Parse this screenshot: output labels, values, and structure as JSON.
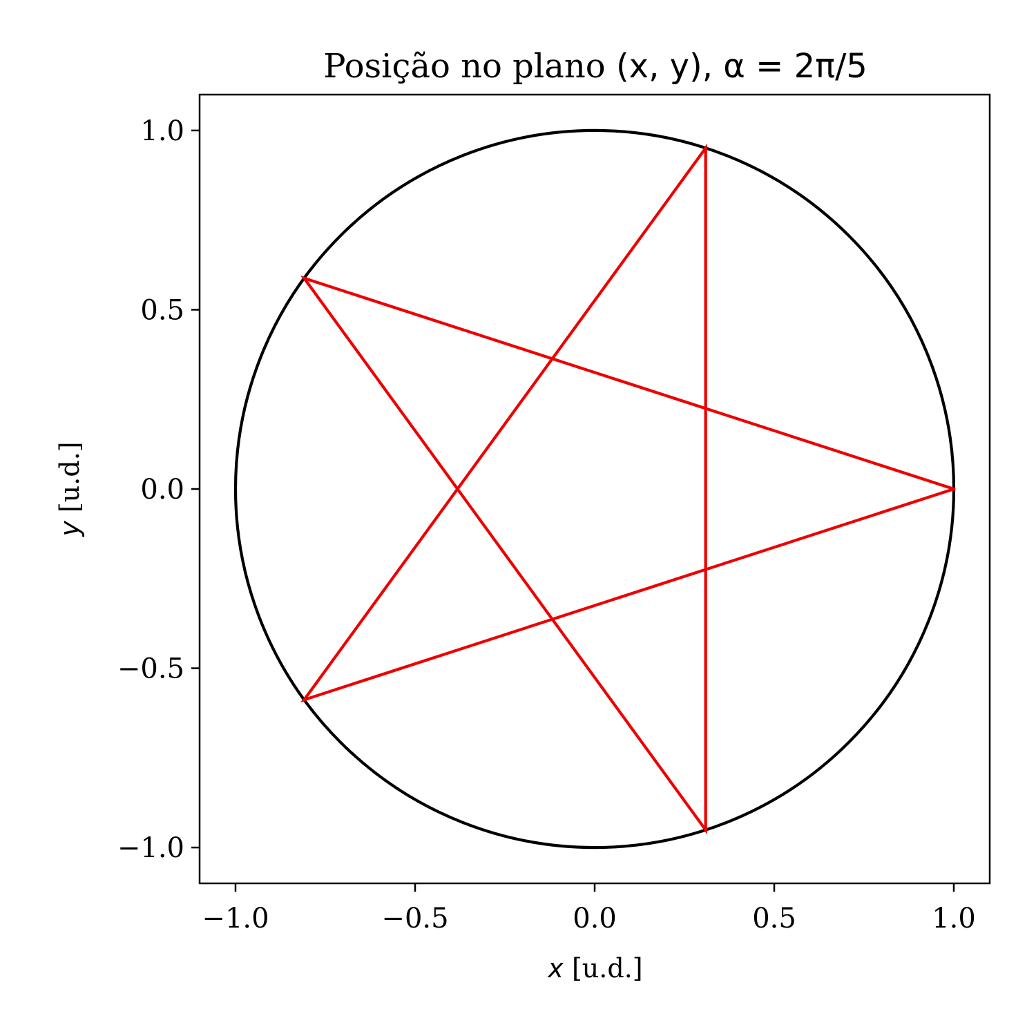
{
  "chart_data": {
    "type": "line",
    "title": {
      "prefix": "Posição no plano ",
      "math": "(x, y), α = 2π/5"
    },
    "xlabel": {
      "symbol": "x",
      "unit": " [u.d.]"
    },
    "ylabel": {
      "symbol": "y",
      "unit": " [u.d.]"
    },
    "xlim": [
      -1.1,
      1.1
    ],
    "ylim": [
      -1.1,
      1.1
    ],
    "xticks": [
      -1.0,
      -0.5,
      0.0,
      0.5,
      1.0
    ],
    "yticks": [
      -1.0,
      -0.5,
      0.0,
      0.5,
      1.0
    ],
    "xtick_labels": [
      "−1.0",
      "−0.5",
      "0.0",
      "0.5",
      "1.0"
    ],
    "ytick_labels": [
      "−1.0",
      "−0.5",
      "0.0",
      "0.5",
      "1.0"
    ],
    "grid": false,
    "aspect": "equal",
    "series": [
      {
        "kind": "circle",
        "color": "#000000",
        "center": [
          0,
          0
        ],
        "radius": 1.0
      },
      {
        "kind": "polyline",
        "color": "#ee0000",
        "x": [
          1.0,
          -0.809,
          0.309,
          0.309,
          -0.809,
          1.0
        ],
        "y": [
          0.0,
          0.588,
          -0.951,
          0.951,
          -0.588,
          0.0
        ]
      }
    ]
  }
}
